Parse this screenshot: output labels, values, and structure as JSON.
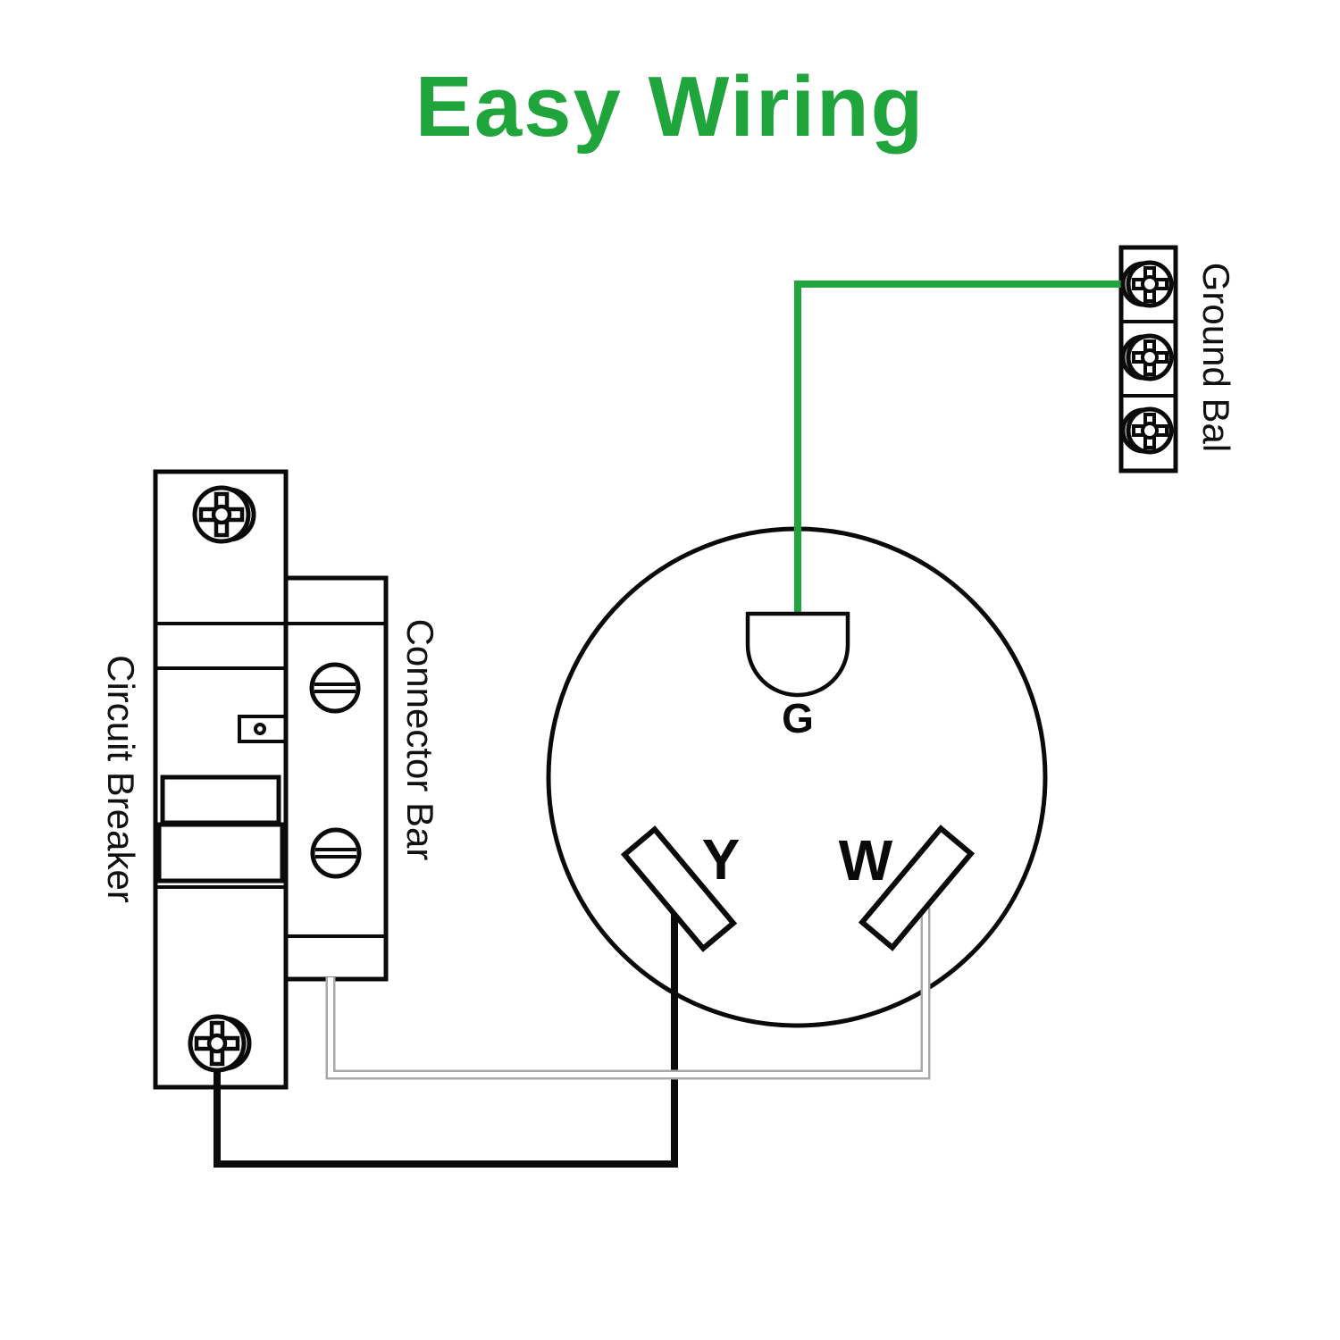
{
  "title": {
    "text": "Easy Wiring",
    "color": "#1FA53C"
  },
  "components": {
    "circuit_breaker": {
      "label": "Circuit Breaker"
    },
    "connector_bar": {
      "label": "Connector Bar"
    },
    "ground_bar": {
      "label": "Ground Bal"
    },
    "outlet": {
      "terminals": {
        "ground": "G",
        "hot_y": "Y",
        "neutral_w": "W"
      }
    }
  },
  "wires": {
    "ground_color": "#1FA53C",
    "hot_color": "#0a0a0a",
    "neutral_color": "#FFFFFF",
    "neutral_outline": "#A8A8A8"
  },
  "stroke": {
    "outline_color": "#0a0a0a"
  }
}
